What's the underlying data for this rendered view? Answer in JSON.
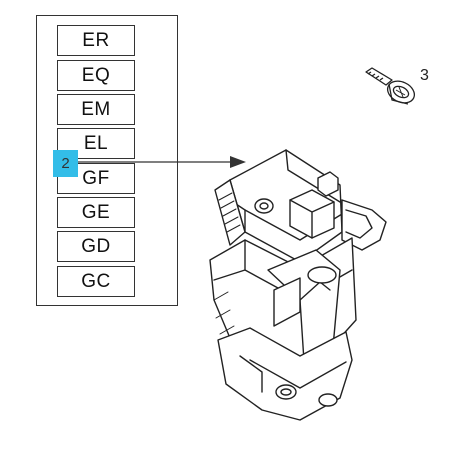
{
  "variant_codes": [
    "ER",
    "EQ",
    "EM",
    "EL",
    "GF",
    "GE",
    "GD",
    "GC"
  ],
  "callouts": {
    "part_number": "2",
    "screw_number": "3"
  },
  "colors": {
    "callout_highlight": "#33bde8",
    "line": "#333333"
  },
  "icons": {
    "part": "door-lock-actuator-icon",
    "screw": "screw-icon"
  }
}
